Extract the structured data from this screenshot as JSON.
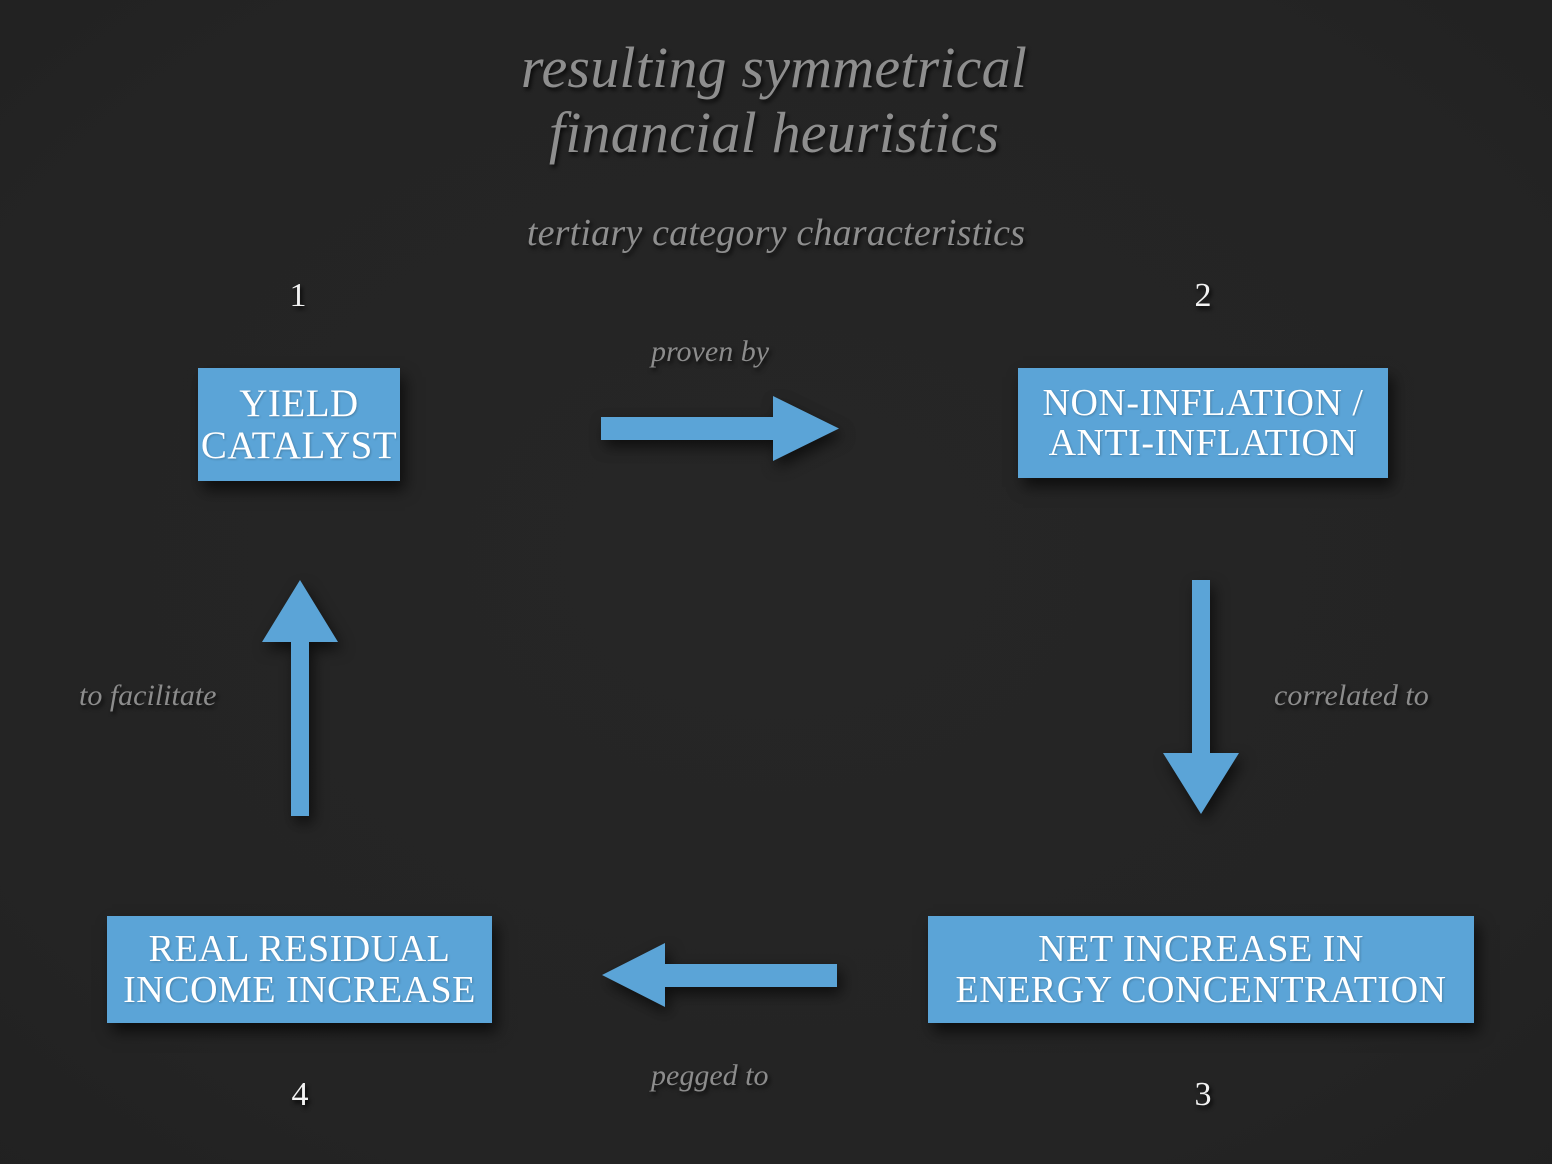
{
  "slide": {
    "background_color": "#242424",
    "accent_color": "#5ba4d7",
    "title_color": "#8e8e8e",
    "label_color": "#8c8c8c",
    "box_text_color": "#ffffff"
  },
  "header": {
    "title": "resulting symmetrical\nfinancial heuristics",
    "subtitle": "tertiary category characteristics"
  },
  "diagram": {
    "type": "cycle",
    "nodes": [
      {
        "number": "1",
        "label": "YIELD\nCATALYST"
      },
      {
        "number": "2",
        "label": "NON-INFLATION /\nANTI-INFLATION"
      },
      {
        "number": "3",
        "label": "NET INCREASE IN\nENERGY CONCENTRATION"
      },
      {
        "number": "4",
        "label": "REAL RESIDUAL\nINCOME INCREASE"
      }
    ],
    "edges": [
      {
        "label": "proven by",
        "from": "1",
        "to": "2",
        "direction": "right"
      },
      {
        "label": "correlated to",
        "from": "2",
        "to": "3",
        "direction": "down"
      },
      {
        "label": "pegged to",
        "from": "3",
        "to": "4",
        "direction": "left"
      },
      {
        "label": "to facilitate",
        "from": "4",
        "to": "1",
        "direction": "up"
      }
    ]
  }
}
